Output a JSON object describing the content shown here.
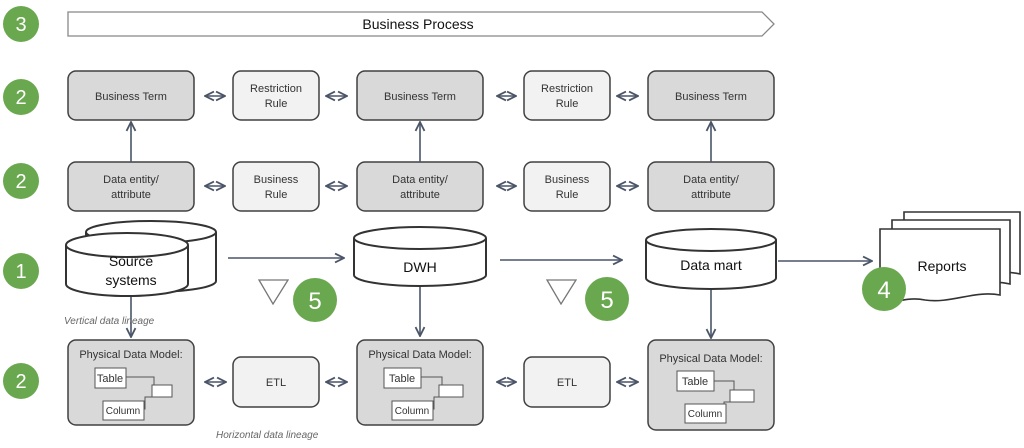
{
  "header": {
    "business_process": "Business Process"
  },
  "row_badges": [
    "3",
    "2",
    "2",
    "1",
    "2"
  ],
  "stage_badges": [
    "5",
    "5",
    "4"
  ],
  "business_terms": [
    "Business Term",
    "Business Term",
    "Business Term"
  ],
  "restriction_rules": [
    {
      "line1": "Restriction",
      "line2": "Rule"
    },
    {
      "line1": "Restriction",
      "line2": "Rule"
    }
  ],
  "data_entities": [
    {
      "line1": "Data entity/",
      "line2": "attribute"
    },
    {
      "line1": "Data entity/",
      "line2": "attribute"
    },
    {
      "line1": "Data entity/",
      "line2": "attribute"
    }
  ],
  "business_rules": [
    {
      "line1": "Business",
      "line2": "Rule"
    },
    {
      "line1": "Business",
      "line2": "Rule"
    }
  ],
  "stores": {
    "source_line1": "Source",
    "source_line2": "systems",
    "dwh": "DWH",
    "data_mart": "Data mart"
  },
  "reports": "Reports",
  "lineage": {
    "vertical": "Vertical data lineage",
    "horizontal": "Horizontal data lineage"
  },
  "physical_models": [
    {
      "title": "Physical Data Model:",
      "table": "Table",
      "column": "Column"
    },
    {
      "title": "Physical Data Model:",
      "table": "Table",
      "column": "Column"
    },
    {
      "title": "Physical Data Model:",
      "table": "Table",
      "column": "Column"
    }
  ],
  "etl": [
    "ETL",
    "ETL"
  ],
  "colors": {
    "badge_green": "#6aa84f",
    "box_grey": "#d9d9d9",
    "box_light": "#f2f2f2",
    "stroke": "#404040",
    "arrow": "#4a5568"
  }
}
